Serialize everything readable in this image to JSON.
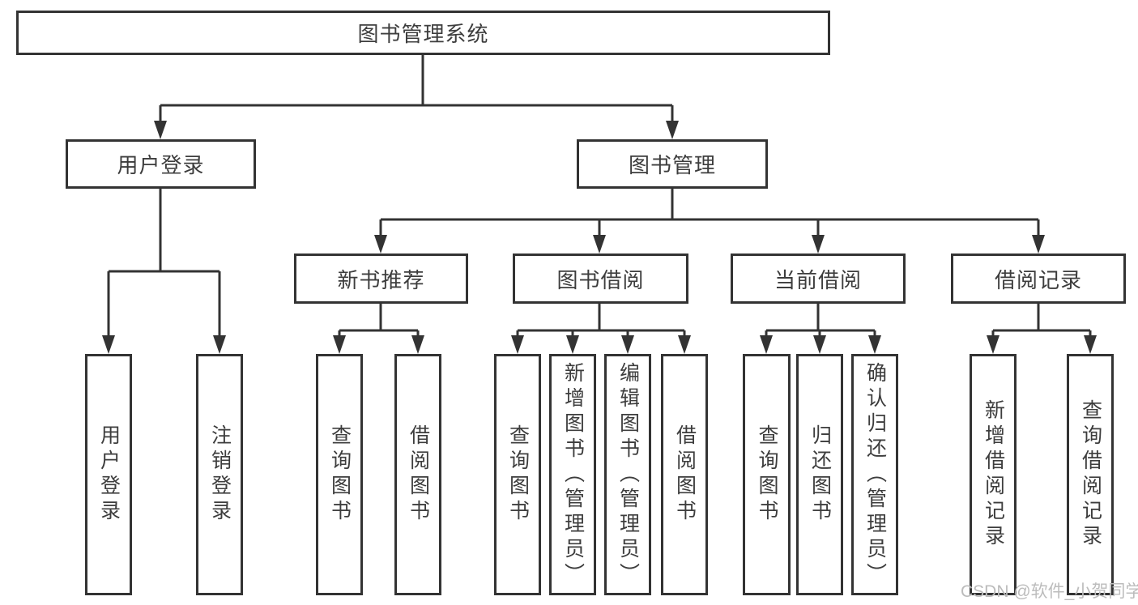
{
  "colors": {
    "line": "#333333",
    "box_border": "#333333",
    "text": "#3d3d3d",
    "watermark": "#bcbcbc",
    "background": "#ffffff"
  },
  "watermark": {
    "text": "CSDN @软件_小贺同学"
  },
  "tree": {
    "root": {
      "label": "图书管理系统"
    },
    "branches": [
      {
        "label": "用户登录",
        "children": [
          {
            "label": "用户登录"
          },
          {
            "label": "注销登录"
          }
        ]
      },
      {
        "label": "图书管理",
        "children": [
          {
            "label": "新书推荐",
            "children": [
              {
                "label": "查询图书"
              },
              {
                "label": "借阅图书"
              }
            ]
          },
          {
            "label": "图书借阅",
            "children": [
              {
                "label": "查询图书"
              },
              {
                "label": "新增图书（管理员）"
              },
              {
                "label": "编辑图书（管理员）"
              },
              {
                "label": "借阅图书"
              }
            ]
          },
          {
            "label": "当前借阅",
            "children": [
              {
                "label": "查询图书"
              },
              {
                "label": "归还图书"
              },
              {
                "label": "确认归还（管理员）"
              }
            ]
          },
          {
            "label": "借阅记录",
            "children": [
              {
                "label": "新增借阅记录"
              },
              {
                "label": "查询借阅记录"
              }
            ]
          }
        ]
      }
    ]
  }
}
